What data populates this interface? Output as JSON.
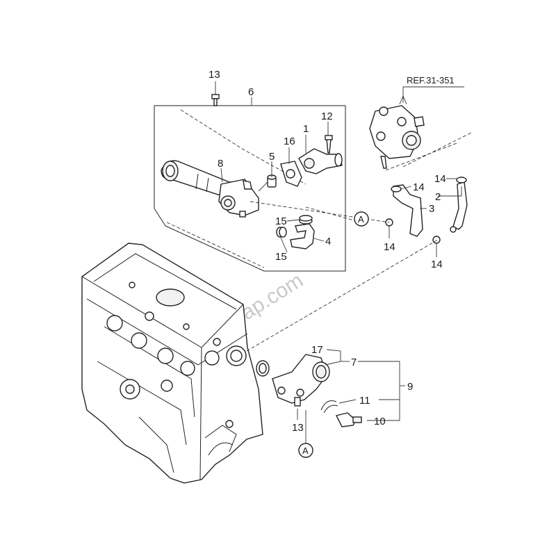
{
  "diagram": {
    "reference": "REF.31-351",
    "watermark": "7zap.com",
    "connector_label": "A",
    "callouts": [
      {
        "id": "c1",
        "text": "1"
      },
      {
        "id": "c2",
        "text": "2"
      },
      {
        "id": "c3",
        "text": "3"
      },
      {
        "id": "c4",
        "text": "4"
      },
      {
        "id": "c5",
        "text": "5"
      },
      {
        "id": "c6",
        "text": "6"
      },
      {
        "id": "c7",
        "text": "7"
      },
      {
        "id": "c8",
        "text": "8"
      },
      {
        "id": "c9",
        "text": "9"
      },
      {
        "id": "c10",
        "text": "10"
      },
      {
        "id": "c11",
        "text": "11"
      },
      {
        "id": "c12",
        "text": "12"
      },
      {
        "id": "c13a",
        "text": "13"
      },
      {
        "id": "c13b",
        "text": "13"
      },
      {
        "id": "c14a",
        "text": "14"
      },
      {
        "id": "c14b",
        "text": "14"
      },
      {
        "id": "c14c",
        "text": "14"
      },
      {
        "id": "c14d",
        "text": "14"
      },
      {
        "id": "c15a",
        "text": "15"
      },
      {
        "id": "c15b",
        "text": "15"
      },
      {
        "id": "c16",
        "text": "16"
      },
      {
        "id": "c17",
        "text": "17"
      }
    ]
  }
}
